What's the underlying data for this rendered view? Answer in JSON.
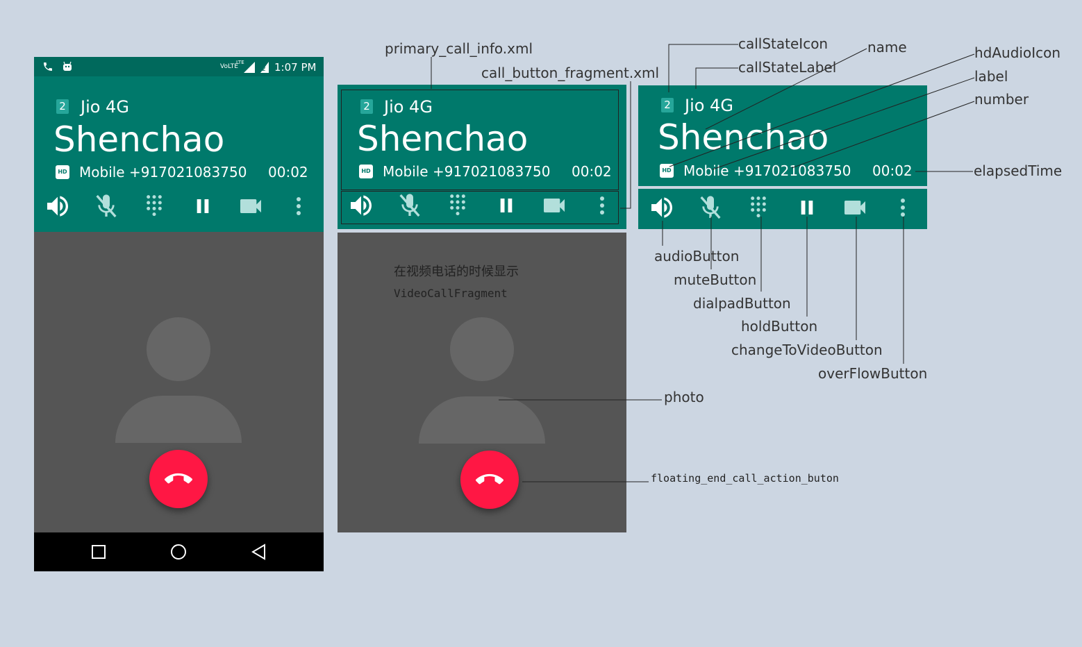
{
  "status_bar": {
    "time": "1:07 PM",
    "network": "VoLTE",
    "lte": "LTE"
  },
  "call": {
    "sim_slot": "2",
    "carrier": "Jio 4G",
    "name": "Shenchao",
    "hd_badge": "HD",
    "number_line": "Mobile +917021083750",
    "elapsed": "00:02"
  },
  "buttons": [
    "volume-icon",
    "mic-off-icon",
    "dialpad-icon",
    "pause-icon",
    "videocam-icon",
    "more-vert-icon"
  ],
  "nav_bar": [
    "square-icon",
    "circle-icon",
    "triangle-back-icon"
  ],
  "annotations": {
    "primary_call_info": "primary_call_info.xml",
    "call_button_fragment": "call_button_fragment.xml",
    "call_state_icon": "callStateIcon",
    "call_state_label": "callStateLabel",
    "name": "name",
    "hd_audio_icon": "hdAudioIcon",
    "label": "label",
    "number": "number",
    "elapsed_time": "elapsedTime",
    "audio_button": "audioButton",
    "mute_button": "muteButton",
    "dialpad_button": "dialpadButton",
    "hold_button": "holdButton",
    "change_to_video_button": "changeToVideoButton",
    "overflow_button": "overFlowButton",
    "photo": "photo",
    "end_call": "floating_end_call_action_buton",
    "video_note": "在视频电话的时候显示",
    "video_fragment": "VideoCallFragment"
  },
  "colors": {
    "teal": "#00796b",
    "gray": "#555555",
    "red": "#ff1744",
    "background": "#ccd6e2"
  }
}
